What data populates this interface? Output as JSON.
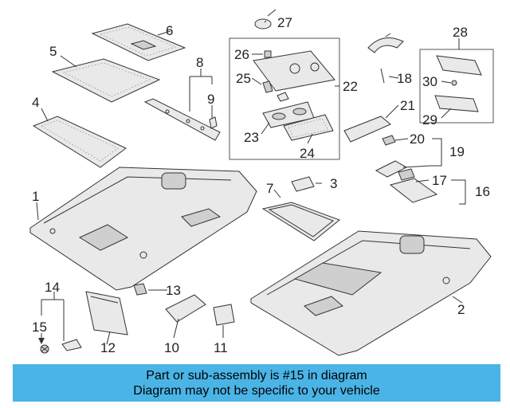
{
  "callouts": [
    "1",
    "2",
    "3",
    "4",
    "5",
    "6",
    "7",
    "8",
    "9",
    "10",
    "11",
    "12",
    "13",
    "14",
    "15",
    "16",
    "17",
    "18",
    "19",
    "20",
    "21",
    "22",
    "23",
    "24",
    "25",
    "26",
    "27",
    "28",
    "29",
    "30"
  ],
  "banner": {
    "line1": "Part or sub-assembly is #15 in diagram",
    "line2": "Diagram may not be specific to your vehicle",
    "color": "#4bb4e6"
  }
}
